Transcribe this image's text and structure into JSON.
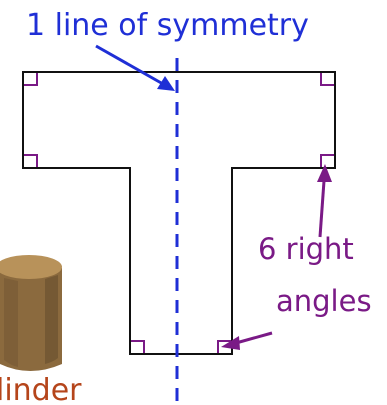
{
  "diagram": {
    "symmetry_label": "1 line of symmetry",
    "right_angles_label_line1": "6 right",
    "right_angles_label_line2": "angles",
    "cylinder_label": "linder"
  },
  "colors": {
    "symmetry": "#1f2fd6",
    "right_angle": "#7a1a86",
    "cylinder_label": "#b5451b",
    "outline": "#111111",
    "cylinder_body": "#8b6a3e",
    "cylinder_top": "#b8925a"
  }
}
